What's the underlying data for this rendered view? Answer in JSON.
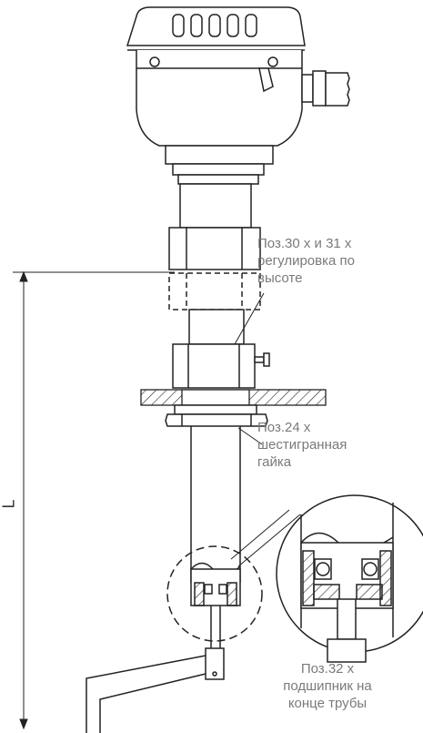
{
  "callouts": {
    "pos30": {
      "line1": "Поз.30 х и 31 х",
      "line2": "регулировка по",
      "line3": "высоте"
    },
    "pos24": {
      "line1": "Поз.24 х",
      "line2": "шестигранная",
      "line3": "гайка"
    },
    "pos32": {
      "line1": "Поз.32 х",
      "line2": "подшипник на",
      "line3": "конце трубы"
    }
  },
  "dimension": {
    "letter": "L"
  },
  "colors": {
    "line": "#222222",
    "label": "#7a7a7a"
  }
}
